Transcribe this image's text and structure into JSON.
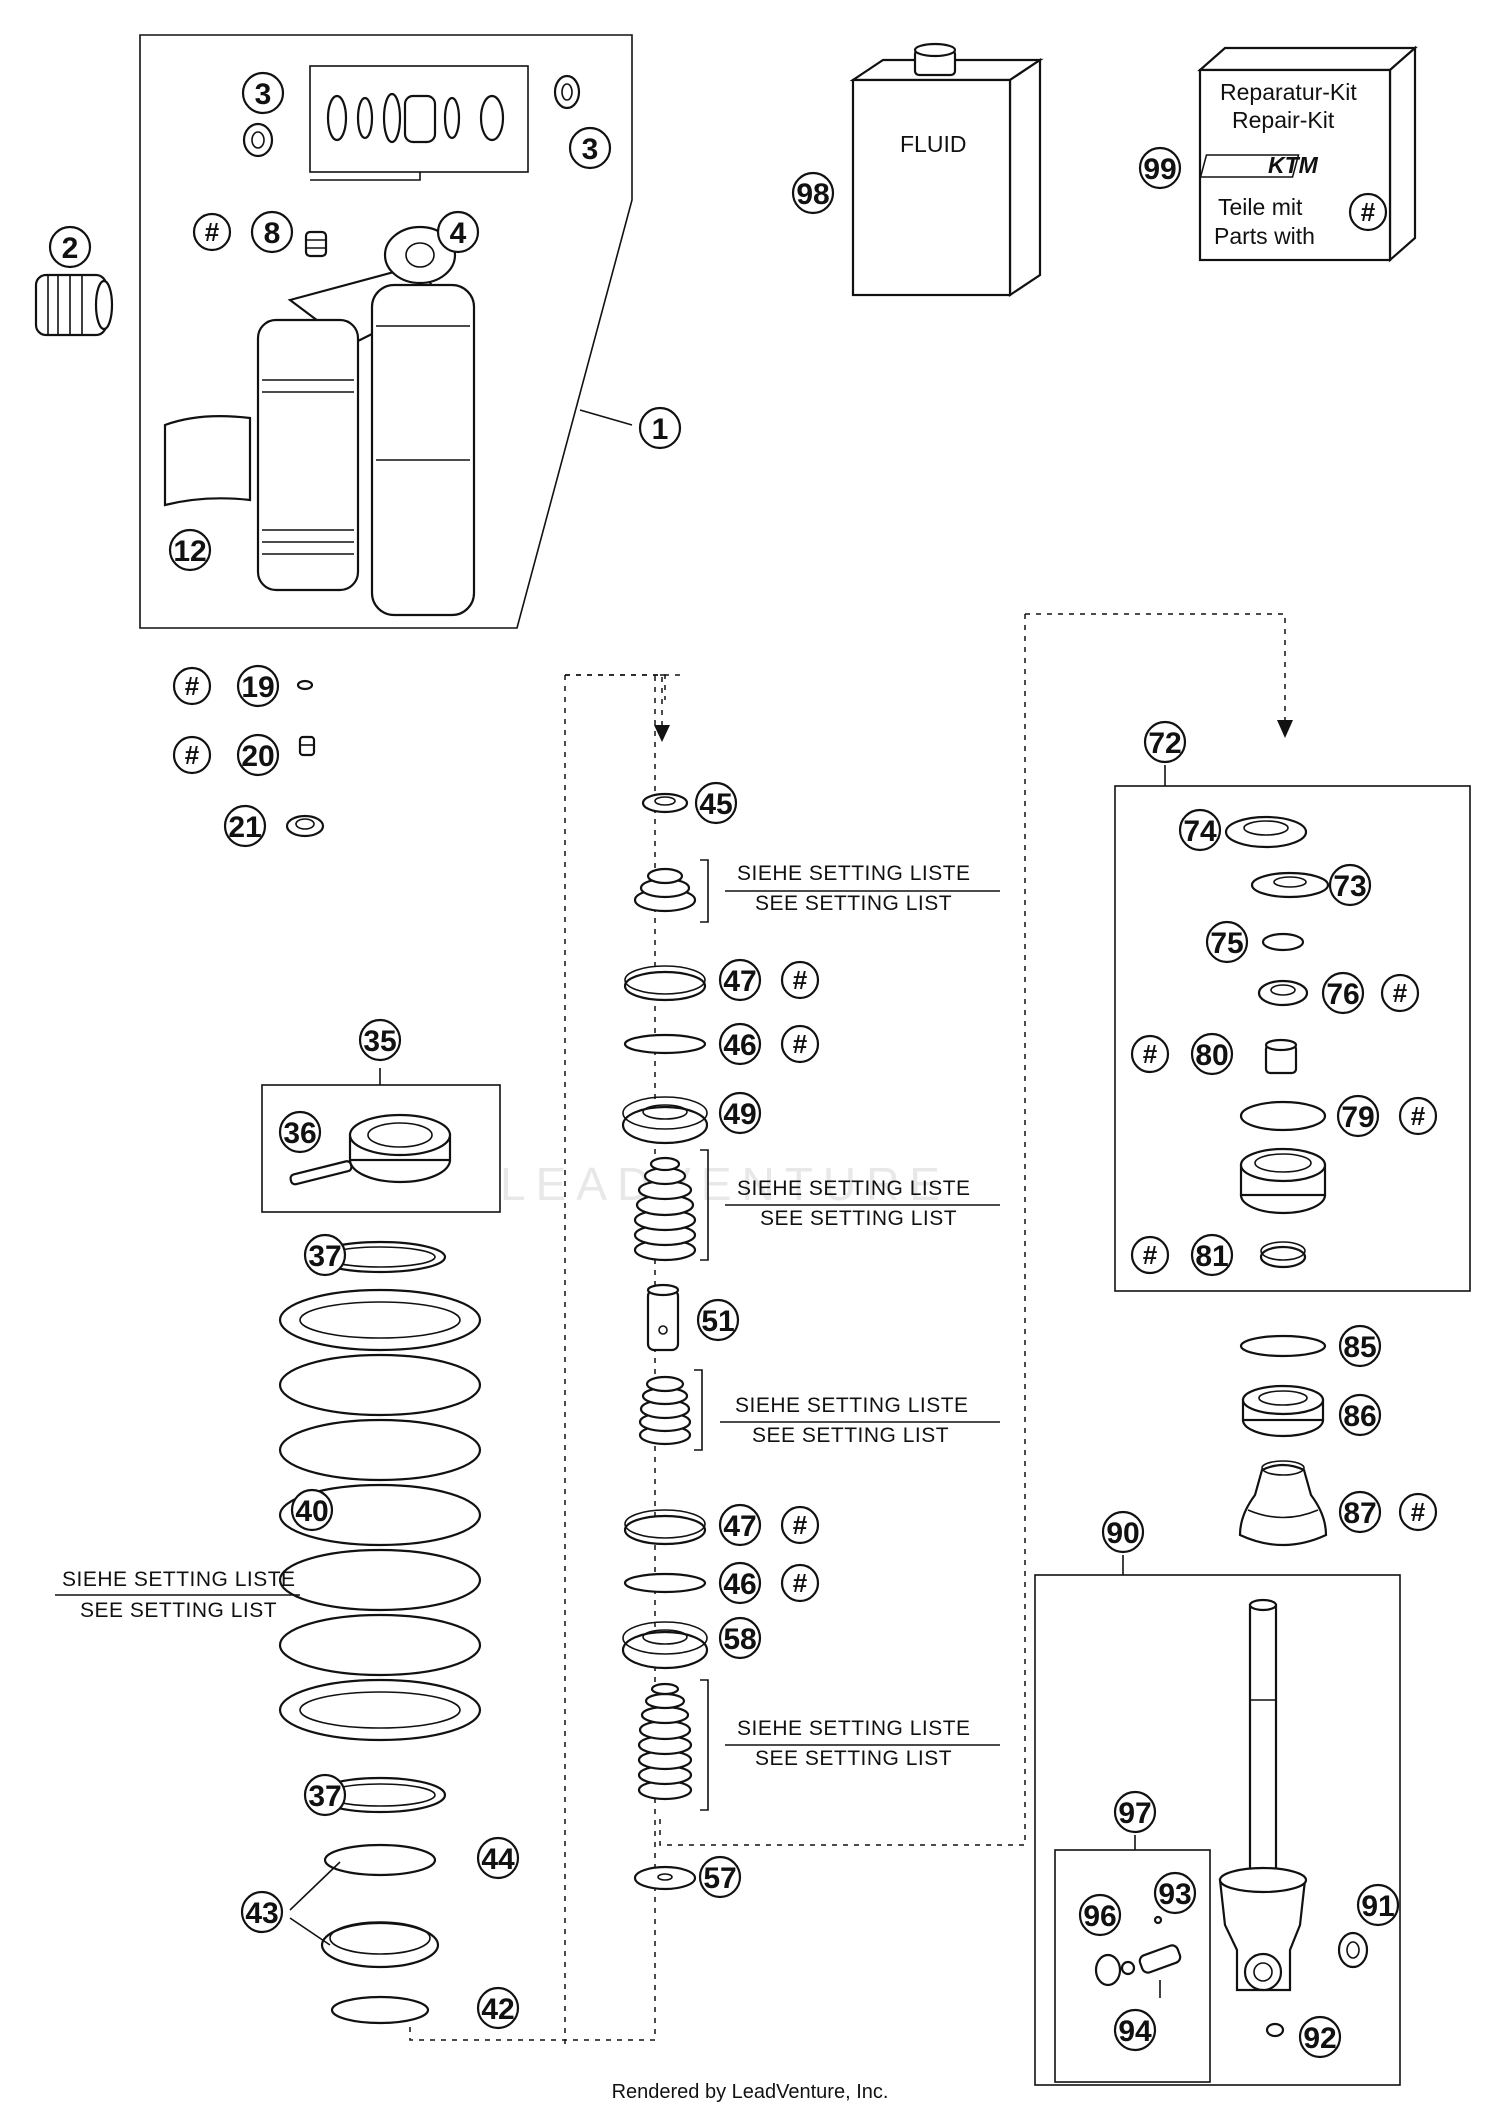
{
  "callouts": {
    "c1": "1",
    "c2": "2",
    "c3a": "3",
    "c3b": "3",
    "c4": "4",
    "c8": "8",
    "c12": "12",
    "c19": "19",
    "c20": "20",
    "c21": "21",
    "c35": "35",
    "c36": "36",
    "c37a": "37",
    "c37b": "37",
    "c40": "40",
    "c42": "42",
    "c43": "43",
    "c44": "44",
    "c45": "45",
    "c46a": "46",
    "c46b": "46",
    "c47a": "47",
    "c47b": "47",
    "c49": "49",
    "c51": "51",
    "c57": "57",
    "c58": "58",
    "c72": "72",
    "c73": "73",
    "c74": "74",
    "c75": "75",
    "c76": "76",
    "c79": "79",
    "c80": "80",
    "c81": "81",
    "c85": "85",
    "c86": "86",
    "c87": "87",
    "c90": "90",
    "c91": "91",
    "c92": "92",
    "c93": "93",
    "c94": "94",
    "c96": "96",
    "c97": "97",
    "c98": "98",
    "c99": "99"
  },
  "hash_symbol": "#",
  "setting_note": {
    "line1": "SIEHE SETTING LISTE",
    "line2": "SEE SETTING LIST"
  },
  "fluid_label": "FLUID",
  "repair_kit": {
    "line1": "Reparatur-Kit",
    "line2": "Repair-Kit",
    "logo": "KTM",
    "line3": "Teile mit",
    "line4": "Parts with",
    "hash": "#"
  },
  "watermark": "LEADVENTURE",
  "footer": "Rendered by LeadVenture, Inc."
}
